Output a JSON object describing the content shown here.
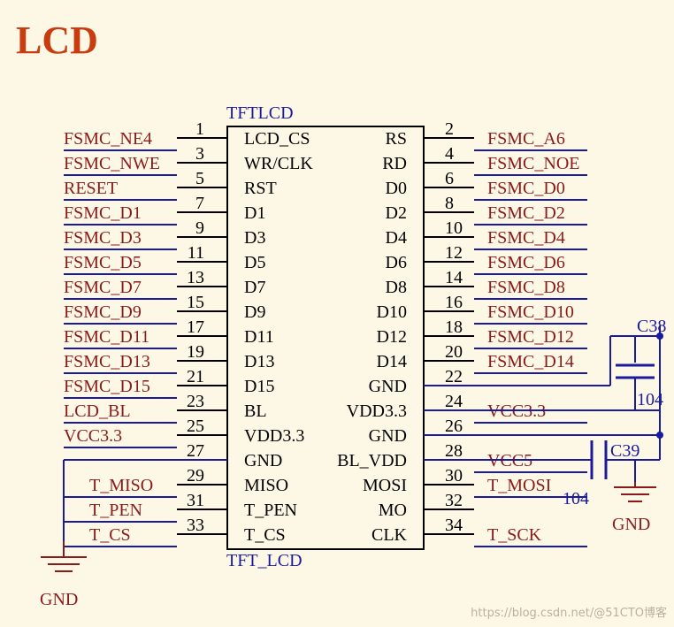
{
  "title": "LCD",
  "component": {
    "designator": "TFTLCD",
    "footprint": "TFT_LCD",
    "left_pins": [
      {
        "num": "1",
        "name": "LCD_CS",
        "net": "FSMC_NE4"
      },
      {
        "num": "3",
        "name": "WR/CLK",
        "net": "FSMC_NWE"
      },
      {
        "num": "5",
        "name": "RST",
        "net": "RESET"
      },
      {
        "num": "7",
        "name": "D1",
        "net": "FSMC_D1"
      },
      {
        "num": "9",
        "name": "D3",
        "net": "FSMC_D3"
      },
      {
        "num": "11",
        "name": "D5",
        "net": "FSMC_D5"
      },
      {
        "num": "13",
        "name": "D7",
        "net": "FSMC_D7"
      },
      {
        "num": "15",
        "name": "D9",
        "net": "FSMC_D9"
      },
      {
        "num": "17",
        "name": "D11",
        "net": "FSMC_D11"
      },
      {
        "num": "19",
        "name": "D13",
        "net": "FSMC_D13"
      },
      {
        "num": "21",
        "name": "D15",
        "net": "FSMC_D15"
      },
      {
        "num": "23",
        "name": "BL",
        "net": "LCD_BL"
      },
      {
        "num": "25",
        "name": "VDD3.3",
        "net": "VCC3.3"
      },
      {
        "num": "27",
        "name": "GND",
        "net": ""
      },
      {
        "num": "29",
        "name": "MISO",
        "net": "T_MISO"
      },
      {
        "num": "31",
        "name": "T_PEN",
        "net": "T_PEN"
      },
      {
        "num": "33",
        "name": "T_CS",
        "net": "T_CS"
      }
    ],
    "right_pins": [
      {
        "num": "2",
        "name": "RS",
        "net": "FSMC_A6"
      },
      {
        "num": "4",
        "name": "RD",
        "net": "FSMC_NOE"
      },
      {
        "num": "6",
        "name": "D0",
        "net": "FSMC_D0"
      },
      {
        "num": "8",
        "name": "D2",
        "net": "FSMC_D2"
      },
      {
        "num": "10",
        "name": "D4",
        "net": "FSMC_D4"
      },
      {
        "num": "12",
        "name": "D6",
        "net": "FSMC_D6"
      },
      {
        "num": "14",
        "name": "D8",
        "net": "FSMC_D8"
      },
      {
        "num": "16",
        "name": "D10",
        "net": "FSMC_D10"
      },
      {
        "num": "18",
        "name": "D12",
        "net": "FSMC_D12"
      },
      {
        "num": "20",
        "name": "D14",
        "net": "FSMC_D14"
      },
      {
        "num": "22",
        "name": "GND",
        "net": ""
      },
      {
        "num": "24",
        "name": "VDD3.3",
        "net": "VCC3.3"
      },
      {
        "num": "26",
        "name": "GND",
        "net": ""
      },
      {
        "num": "28",
        "name": "BL_VDD",
        "net": "VCC5"
      },
      {
        "num": "30",
        "name": "MOSI",
        "net": "T_MOSI"
      },
      {
        "num": "32",
        "name": "MO",
        "net": ""
      },
      {
        "num": "34",
        "name": "CLK",
        "net": "T_SCK"
      }
    ]
  },
  "capacitors": [
    {
      "ref": "C38",
      "value": "104"
    },
    {
      "ref": "C39",
      "value": "104"
    }
  ],
  "gnd_label": "GND",
  "watermark": "https://blog.csdn.net/@51CTO博客",
  "colors": {
    "background": "#fdf8e5",
    "net_label": "#8b1a1a",
    "wire": "#1a1aa0",
    "pin_text": "#000000",
    "title": "#c83c10",
    "designator": "#1a1aa0"
  }
}
